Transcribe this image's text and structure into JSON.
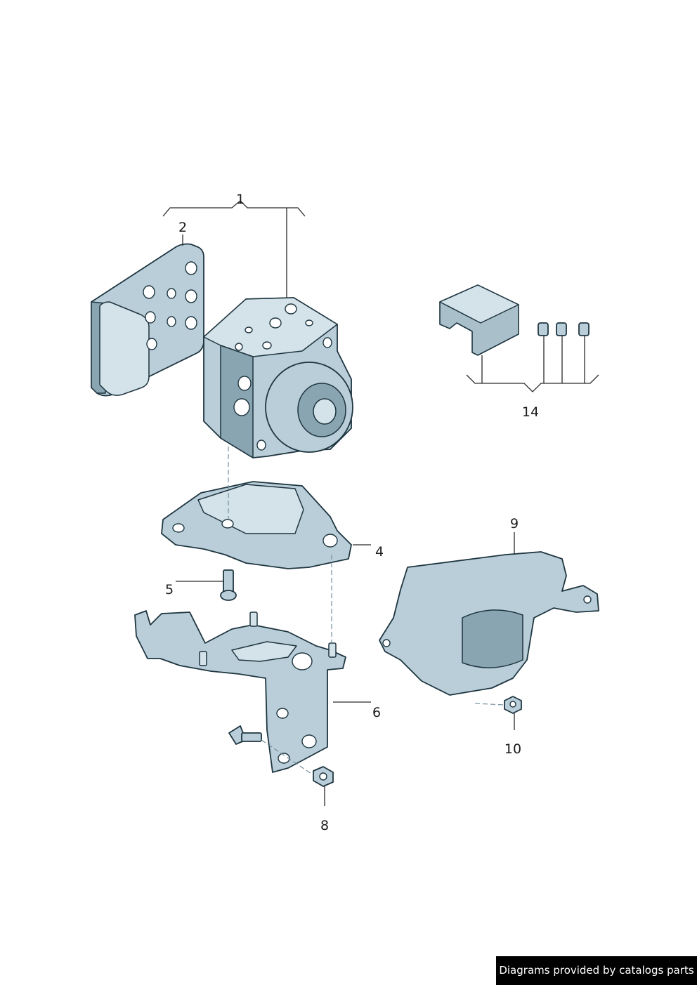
{
  "diagram": {
    "callouts": [
      {
        "key": "c1",
        "text": "1"
      },
      {
        "key": "c2",
        "text": "2"
      },
      {
        "key": "c4",
        "text": "4"
      },
      {
        "key": "c5",
        "text": "5"
      },
      {
        "key": "c6",
        "text": "6"
      },
      {
        "key": "c8",
        "text": "8"
      },
      {
        "key": "c9",
        "text": "9"
      },
      {
        "key": "c10",
        "text": "10"
      },
      {
        "key": "c14",
        "text": "14"
      }
    ]
  },
  "footer": {
    "credit": "Diagrams provided by catalogs parts"
  },
  "colors": {
    "part_fill": "#b9ced8",
    "outline": "#1e3540",
    "credit_bg": "#000000"
  }
}
